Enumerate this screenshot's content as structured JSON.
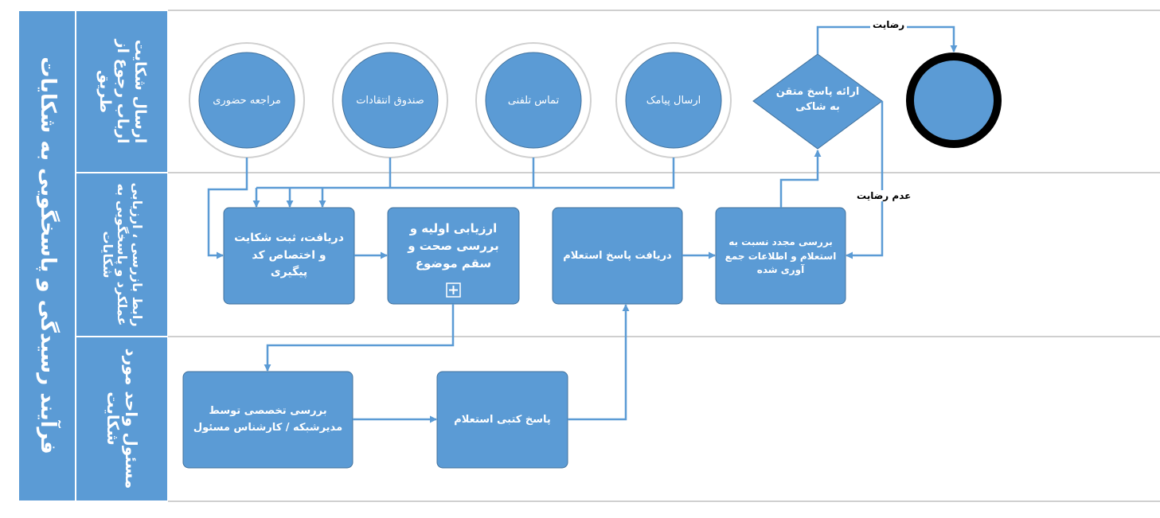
{
  "diagram": {
    "pool_title": "فرآیند رسیدگی و پاسخگویی به شکایات",
    "lanes": [
      {
        "id": "lane1",
        "title_lines": [
          "ارسال شکایت",
          "ارباب رجوع از",
          "طریق"
        ]
      },
      {
        "id": "lane2",
        "title_lines": [
          "رابط بازرسی ، ارزیابی",
          "عملکرد و پاسخگویی به",
          "شکایات"
        ]
      },
      {
        "id": "lane3",
        "title_lines": [
          "مسئول واحد مورد",
          "شکایت"
        ]
      }
    ],
    "events": [
      {
        "id": "in_person",
        "label": "مراجعه حضوری"
      },
      {
        "id": "complaint_box",
        "label": "صندوق انتقادات"
      },
      {
        "id": "phone_call",
        "label": "تماس تلفنی"
      },
      {
        "id": "sms",
        "label": "ارسال پیامک"
      }
    ],
    "tasks": [
      {
        "id": "receive_register",
        "lines": [
          "دریافت، ثبت شکایت",
          "و اختصاص کد",
          "پیگیری"
        ]
      },
      {
        "id": "initial_evaluation",
        "lines": [
          "ارزیابی اولیه و",
          "بررسی صحت و",
          "سقم موضوع"
        ]
      },
      {
        "id": "receive_inquiry",
        "lines": [
          "دریافت پاسخ استعلام"
        ]
      },
      {
        "id": "review_again",
        "lines": [
          "بررسی مجدد نسبت به",
          "استعلام و اطلاعات جمع",
          "آوری شده"
        ]
      },
      {
        "id": "expert_review",
        "lines": [
          "بررسی تخصصی توسط",
          "مدیرشبکه / کارشناس مسئول"
        ]
      },
      {
        "id": "written_reply",
        "lines": [
          "پاسخ کتبی استعلام"
        ]
      }
    ],
    "gateway": {
      "id": "decision",
      "lines": [
        "ارائه پاسخ متقن",
        "به شاکی"
      ]
    },
    "edge_labels": {
      "satisfied": "رضایت",
      "not_satisfied": "عدم رضایت"
    },
    "colors": {
      "fill": "#5b9bd5",
      "stroke": "#41719c",
      "line": "#5b9bd5",
      "ring": "#d0d0d0",
      "end_ring": "#000000",
      "lane_border": "#bfbfbf"
    }
  }
}
